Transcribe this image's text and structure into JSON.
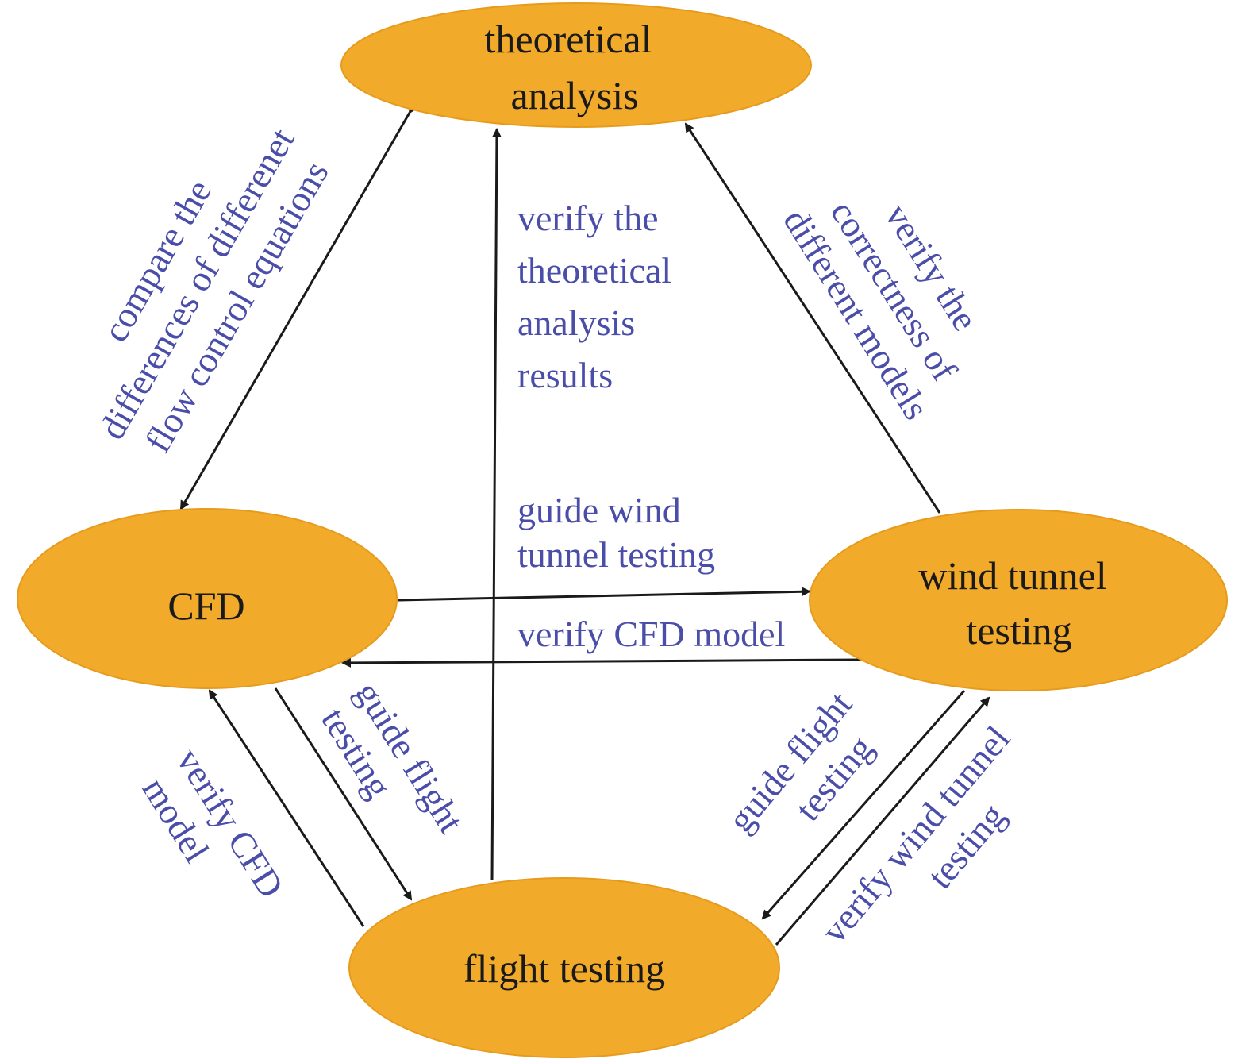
{
  "colors": {
    "node_fill": "#F2AA2B",
    "node_stroke": "#E79B1D",
    "label_text": "#4A4EA8",
    "node_text": "#1A1A1A",
    "arrow": "#1A1A1A"
  },
  "nodes": {
    "theoretical_analysis": {
      "line1": "theoretical",
      "line2": "analysis"
    },
    "cfd": {
      "label": "CFD"
    },
    "wind_tunnel_testing": {
      "line1": "wind tunnel",
      "line2": "testing"
    },
    "flight_testing": {
      "label": "flight testing"
    }
  },
  "edge_labels": {
    "compare": {
      "line1": "compare the",
      "line2": "differences of differenet",
      "line3": "flow control equations"
    },
    "verify_theoretical": {
      "line1": "verify the",
      "line2": "theoretical",
      "line3": "analysis",
      "line4": "results"
    },
    "verify_correctness": {
      "line1": "verify the",
      "line2": "correctness of",
      "line3": "different models"
    },
    "guide_wind_tunnel": {
      "line1": "guide wind",
      "line2": "tunnel testing"
    },
    "verify_cfd_model_horizontal": {
      "line1": "verify CFD model"
    },
    "guide_flight_left": {
      "line1": "guide flight",
      "line2": "testing"
    },
    "verify_cfd_model_left": {
      "line1": "verify CFD",
      "line2": "model"
    },
    "guide_flight_right": {
      "line1": "guide flight",
      "line2": "testing"
    },
    "verify_wind_tunnel": {
      "line1": "verify wind tunnel",
      "line2": "testing"
    }
  }
}
